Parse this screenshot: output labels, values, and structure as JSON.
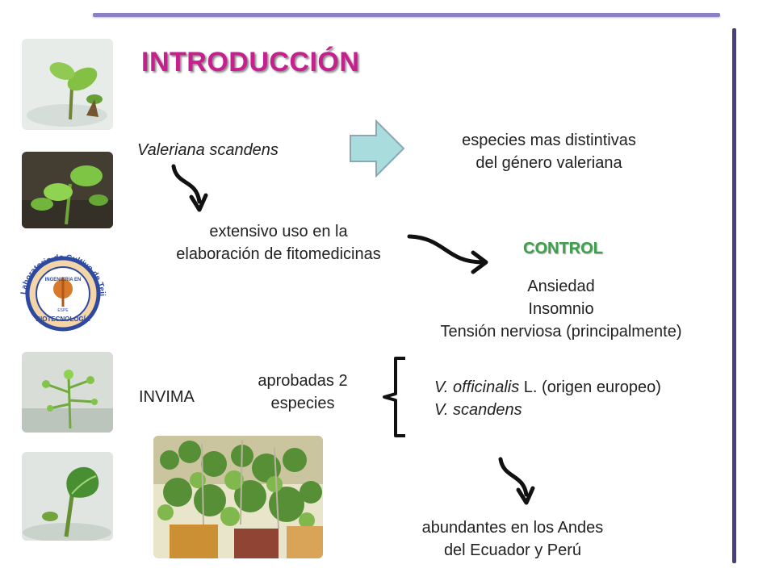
{
  "title": "INTRODUCCIÓN",
  "species_name": "Valeriana scandens",
  "distinctive": [
    "especies mas distintivas",
    "del género valeriana"
  ],
  "usage": [
    "extensivo uso en la",
    "elaboración de fitomedicinas"
  ],
  "control_label": "CONTROL",
  "conditions": [
    "Ansiedad",
    "Insomnio",
    "Tensión nerviosa (principalmente)"
  ],
  "agency": "INVIMA",
  "approved": [
    "aprobadas 2",
    "especies"
  ],
  "species_list": [
    {
      "genus": "V. officinalis",
      "rest": " L. (origen europeo)"
    },
    {
      "genus": "V. scandens",
      "rest": ""
    }
  ],
  "abundance": [
    "abundantes en los Andes",
    "del Ecuador y Perú"
  ],
  "logo": {
    "arc_text": "Laboratorio de Cultivo de Tejidos",
    "inner_top": "INGENIERIA EN",
    "inner_bottom": "BIOTECNOLOGÍA",
    "center": "ESPE"
  },
  "colors": {
    "title": "#c5208d",
    "control": "#3da04a",
    "rule": "#8a82c0",
    "arrow_fill": "#a9dcdc"
  }
}
